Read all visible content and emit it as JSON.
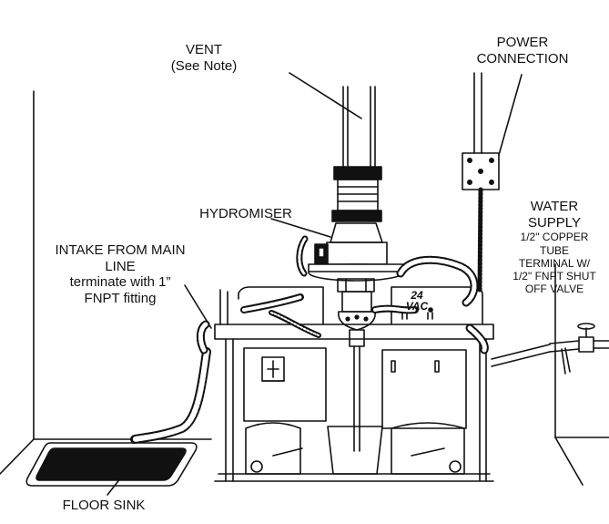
{
  "labels": {
    "vent": {
      "line1": "VENT",
      "line2": "(See Note)"
    },
    "power": {
      "line1": "POWER",
      "line2": "CONNECTION"
    },
    "hydromiser": "HYDROMISER",
    "intake": {
      "line1": "INTAKE FROM MAIN",
      "line2": "LINE",
      "line3": "terminate with 1”",
      "line4": "FNPT fitting"
    },
    "water": {
      "line1": "WATER",
      "line2": "SUPPLY",
      "line3": "1/2\" COPPER",
      "line4": "TUBE",
      "line5": "TERMINAL W/",
      "line6": "1/2\" FNPT SHUT",
      "line7": "OFF VALVE"
    },
    "floor_sink": "FLOOR SINK",
    "vac": {
      "line1": "24",
      "line2": "VAC"
    }
  },
  "colors": {
    "ink": "#111111",
    "paper": "#ffffff"
  }
}
